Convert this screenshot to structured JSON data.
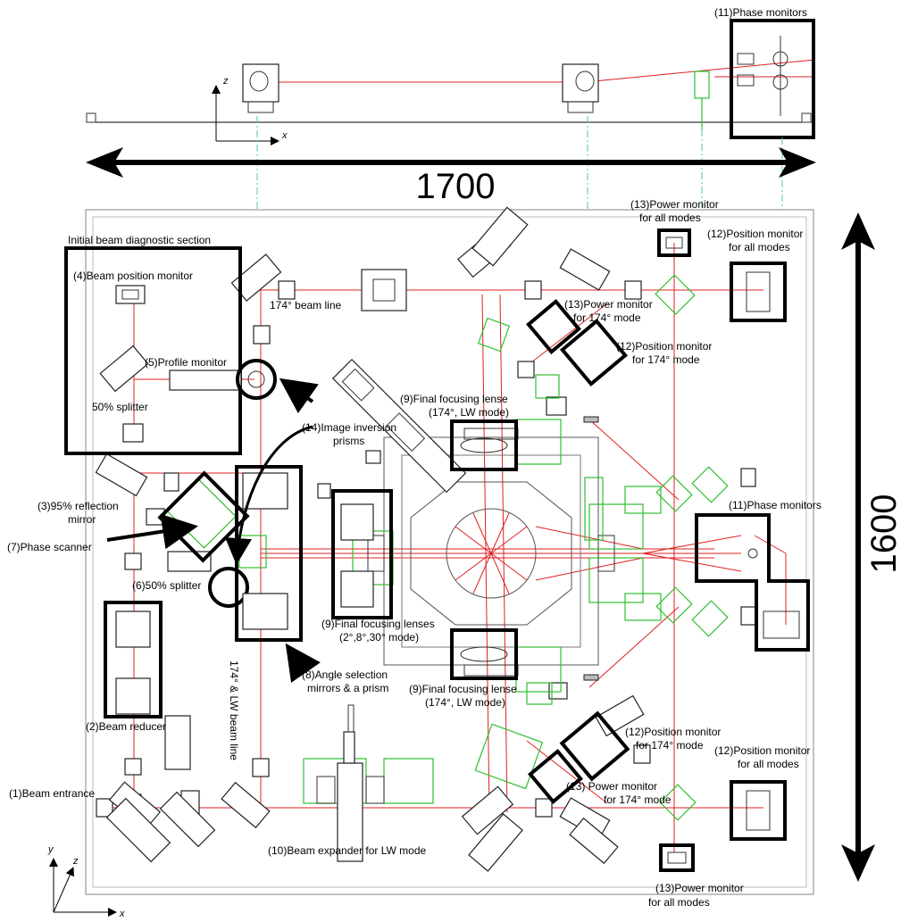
{
  "dimensions": {
    "width_label": "1700",
    "height_label": "1600"
  },
  "axes": {
    "side_z": "z",
    "side_x": "x",
    "plan_y": "y",
    "plan_z": "z",
    "plan_x": "x"
  },
  "labels": {
    "phase_monitors_top": "(11)Phase monitors",
    "initial_section": "Initial beam diagnostic section",
    "beam_position_monitor": "(4)Beam position monitor",
    "profile_monitor": "(5)Profile monitor",
    "splitter_50": "50% splitter",
    "beam_line_174": "174° beam line",
    "image_inversion_1": "(14)Image inversion",
    "image_inversion_2": "prisms",
    "reflection_1": "(3)95% reflection",
    "reflection_2": "mirror",
    "phase_scanner": "(7)Phase scanner",
    "splitter_6": "(6)50% splitter",
    "beam_reducer": "(2)Beam reducer",
    "beam_entrance": "(1)Beam entrance",
    "beam_line_vertical": "174° & LW beam line",
    "angle_sel_1": "(8)Angle selection",
    "angle_sel_2": "mirrors & a prism",
    "ffl_top_1": "(9)Final focusing lense",
    "ffl_top_2": "(174°, LW mode)",
    "ffl_mid_1": "(9)Final focusing lenses",
    "ffl_mid_2": "(2°,8°,30° mode)",
    "ffl_bot_1": "(9)Final focusing lense",
    "ffl_bot_2": "(174°, LW mode)",
    "beam_expander": "(10)Beam expander for LW mode",
    "power_all_top_1": "(13)Power monitor",
    "power_all_top_2": "for all modes",
    "position_all_top_1": "(12)Position monitor",
    "position_all_top_2": "for all modes",
    "power_174_top_1": "(13)Power monitor",
    "power_174_top_2": "for 174° mode",
    "position_174_top_1": "(12)Position monitor",
    "position_174_top_2": "for 174° mode",
    "phase_monitors_right": "(11)Phase monitors",
    "position_174_bot_1": "(12)Position monitor",
    "position_174_bot_2": "for 174° mode",
    "position_all_bot_1": "(12)Position monitor",
    "position_all_bot_2": "for all modes",
    "power_174_bot_1": "(13) Power monitor",
    "power_174_bot_2": "for 174° mode",
    "power_all_bot_1": "(13)Power monitor",
    "power_all_bot_2": "for all modes"
  },
  "colors": {
    "beam": "#e02020",
    "optics": "#2fbf2f",
    "centerline": "#4fc3c3",
    "outline": "#000000"
  }
}
